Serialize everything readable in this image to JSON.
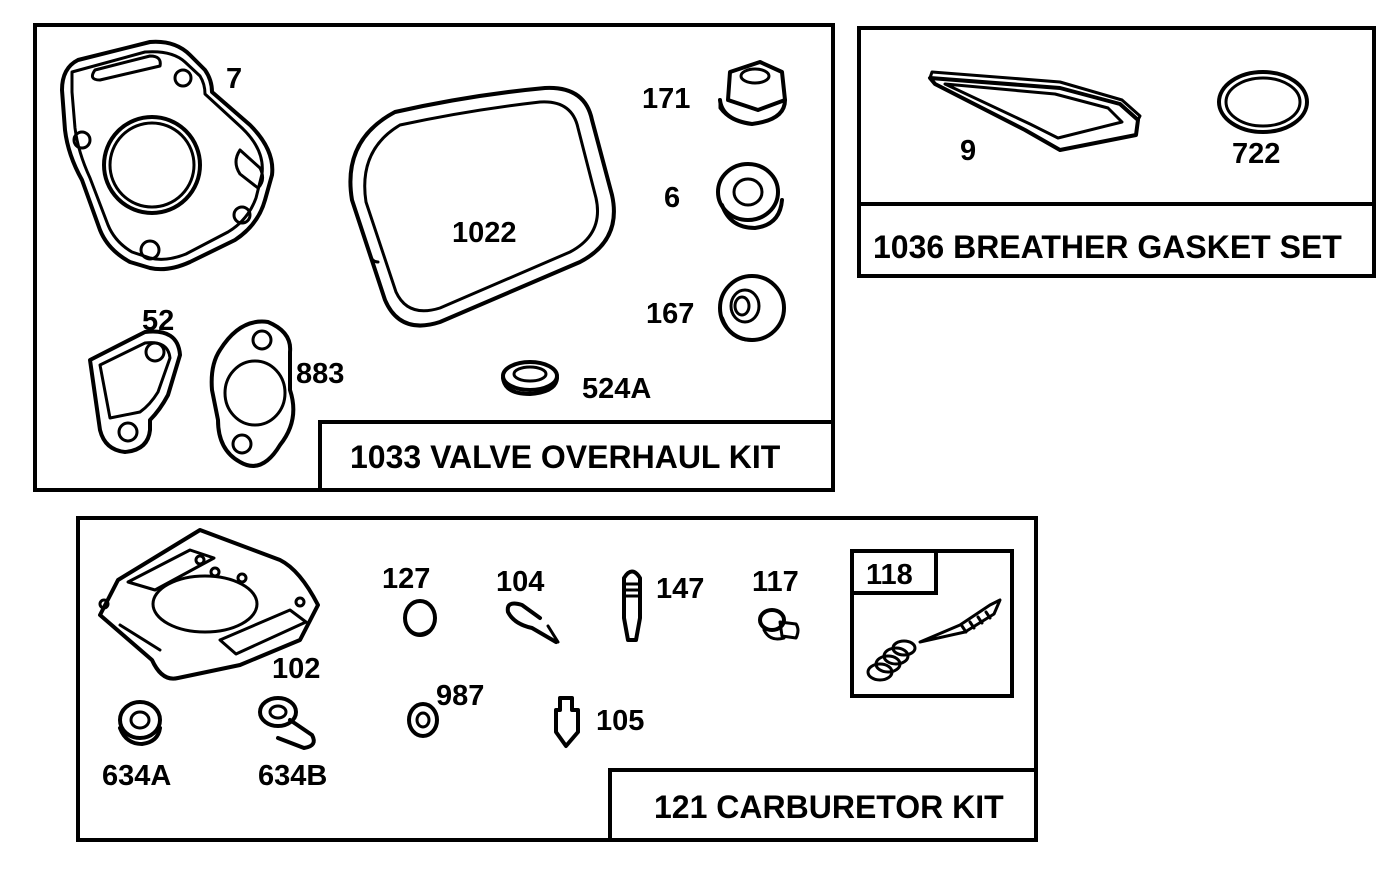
{
  "kits": {
    "valve_overhaul": {
      "title": "1033 VALVE OVERHAUL KIT",
      "parts": [
        "7",
        "1022",
        "171",
        "6",
        "167",
        "52",
        "883",
        "524A"
      ]
    },
    "breather_gasket": {
      "title": "1036 BREATHER GASKET SET",
      "parts": [
        "9",
        "722"
      ]
    },
    "carburetor": {
      "title": "121 CARBURETOR KIT",
      "parts": [
        "102",
        "127",
        "104",
        "147",
        "117",
        "987",
        "105",
        "634A",
        "634B"
      ],
      "subkit": {
        "label": "118"
      }
    }
  }
}
